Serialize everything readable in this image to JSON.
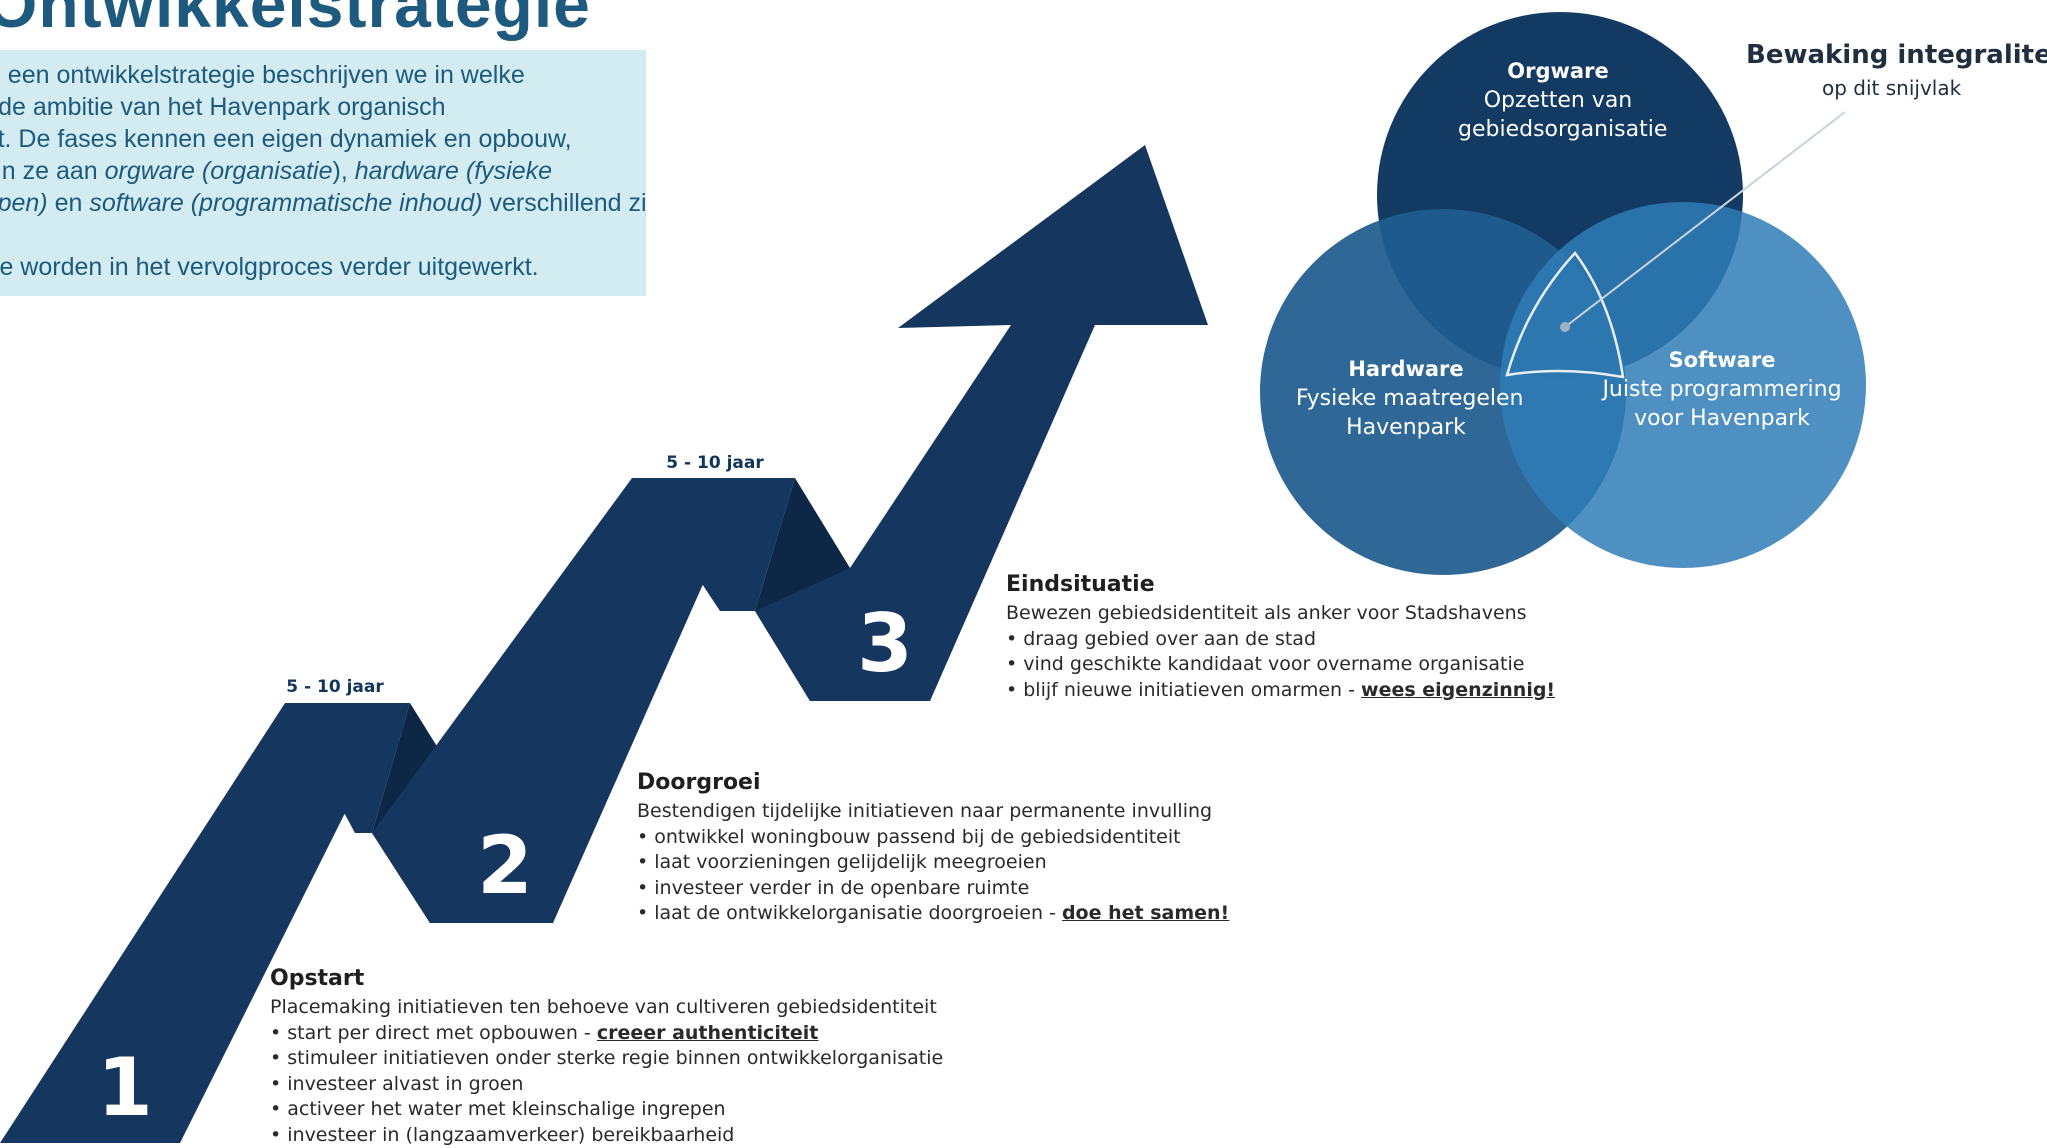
{
  "title": "Ontwikkelstrategie",
  "intro": {
    "lines": [
      [
        {
          "t": "In een ontwikkelstrategie beschrijven we in welke",
          "i": false
        }
      ],
      [
        {
          "t": "fasen de ambitie van het Havenpark organisch",
          "i": false
        }
      ],
      [
        {
          "t": "groeit. De fases kennen een eigen dynamiek en opbouw,",
          "i": false
        }
      ],
      [
        {
          "t": "waarin ze aan ",
          "i": false
        },
        {
          "t": "orgware (organisatie",
          "i": true
        },
        {
          "t": "), ",
          "i": false
        },
        {
          "t": "hardware (fysieke",
          "i": true
        }
      ],
      [
        {
          "t": "ingrepen) ",
          "i": true
        },
        {
          "t": "en ",
          "i": false
        },
        {
          "t": "software (programmatische inhoud)",
          "i": true
        },
        {
          "t": " verschillend zijn.",
          "i": false
        }
      ],
      [
        {
          "t": "",
          "i": false
        }
      ],
      [
        {
          "t": "Deze worden in het vervolgproces verder uitgewerkt.",
          "i": false
        }
      ]
    ]
  },
  "colors": {
    "title": "#1d5a7e",
    "intro_bg": "#d3ecf1",
    "arrow_main": "#15365f",
    "arrow_dark": "#0d2847",
    "orgware": "#123a63",
    "hardware": "#1f5d8f",
    "software": "#2f7cb6"
  },
  "steps": [
    {
      "number": "1",
      "duration": ""
    },
    {
      "number": "2",
      "duration": "5 - 10 jaar"
    },
    {
      "number": "3",
      "duration": "5 - 10 jaar"
    }
  ],
  "phases": [
    {
      "title": "Opstart",
      "subtitle": "Placemaking initiatieven ten behoeve van cultiveren gebiedsidentiteit",
      "items": [
        {
          "text": "• start per direct met opbouwen - ",
          "emph": "creeer authenticiteit"
        },
        {
          "text": "• stimuleer initiatieven onder sterke regie binnen ontwikkelorganisatie",
          "emph": ""
        },
        {
          "text": "• investeer alvast in groen",
          "emph": ""
        },
        {
          "text": "• activeer het water met kleinschalige ingrepen",
          "emph": ""
        },
        {
          "text": "• investeer in (langzaamverkeer) bereikbaarheid",
          "emph": ""
        }
      ]
    },
    {
      "title": "Doorgroei",
      "subtitle": "Bestendigen tijdelijke initiatieven naar permanente invulling",
      "items": [
        {
          "text": "• ontwikkel woningbouw passend bij de gebiedsidentiteit",
          "emph": ""
        },
        {
          "text": "• laat voorzieningen gelijdelijk meegroeien",
          "emph": ""
        },
        {
          "text": "• investeer verder in de openbare ruimte",
          "emph": ""
        },
        {
          "text": "• laat de ontwikkelorganisatie doorgroeien - ",
          "emph": "doe het samen!"
        }
      ]
    },
    {
      "title": "Eindsituatie",
      "subtitle": "Bewezen gebiedsidentiteit als anker voor Stadshavens",
      "items": [
        {
          "text": "• draag gebied over aan de stad",
          "emph": ""
        },
        {
          "text": "• vind geschikte kandidaat voor overname organisatie",
          "emph": ""
        },
        {
          "text": "• blijf nieuwe initiatieven omarmen - ",
          "emph": "wees eigenzinnig!"
        }
      ]
    }
  ],
  "venn": {
    "orgware": {
      "title": "Orgware",
      "line1": "Opzetten van",
      "line2": "gebiedsorganisatie"
    },
    "hardware": {
      "title": "Hardware",
      "line1": "Fysieke maatregelen",
      "line2": "Havenpark"
    },
    "software": {
      "title": "Software",
      "line1": "Juiste programmering",
      "line2": "voor Havenpark"
    },
    "callout_title": "Bewaking integraliteit",
    "callout_sub": "op dit snijvlak"
  }
}
